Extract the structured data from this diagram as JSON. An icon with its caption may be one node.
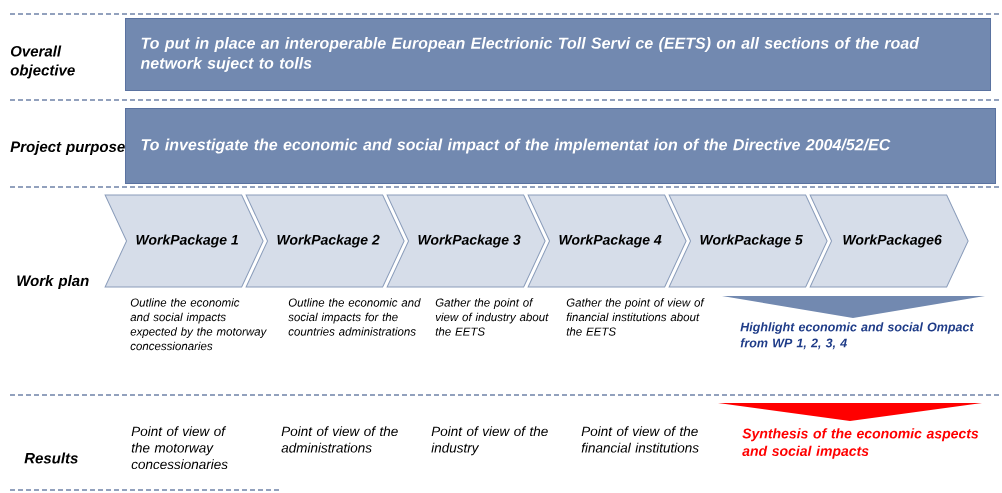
{
  "diagram": {
    "nodes": [
      {
        "text": [
          "To put in place an interoperable European Electrionic Toll Servi ce (EETS) on all sections of the road network suject to tolls"
        ]
      },
      {
        "text": [
          "To investigate the economic and social impact of the implementat ion of the Directive 2004/52/EC"
        ]
      },
      {
        "text": [
          "WorkPackage 1"
        ]
      },
      {
        "text": [
          "WorkPackage 2"
        ]
      },
      {
        "text": [
          "WorkPackage 3"
        ]
      },
      {
        "text": [
          "WorkPackage 4"
        ]
      },
      {
        "text": [
          "WorkPackage 5"
        ]
      },
      {
        "text": [
          "WorkPackage6"
        ]
      }
    ],
    "labels": [
      "Overall objective",
      "Project purpose",
      "Work plan",
      "Outline the economic and social impacts expected by the motorway concessionaries",
      "Outline the economic and social impacts for the countries administrations",
      "Gather the point of view of industry about the EETS",
      "Gather the point of view of financial institutions about the EETS",
      "Highlight economic and social Ompact from WP 1, 2, 3, 4",
      "Results",
      "Point of view of the motorway concessionaries",
      "Point of view of the administrations",
      "Point of view of the industry",
      "Point of view of the financial institutions",
      "Synthesis of the economic aspects and social impacts"
    ]
  }
}
